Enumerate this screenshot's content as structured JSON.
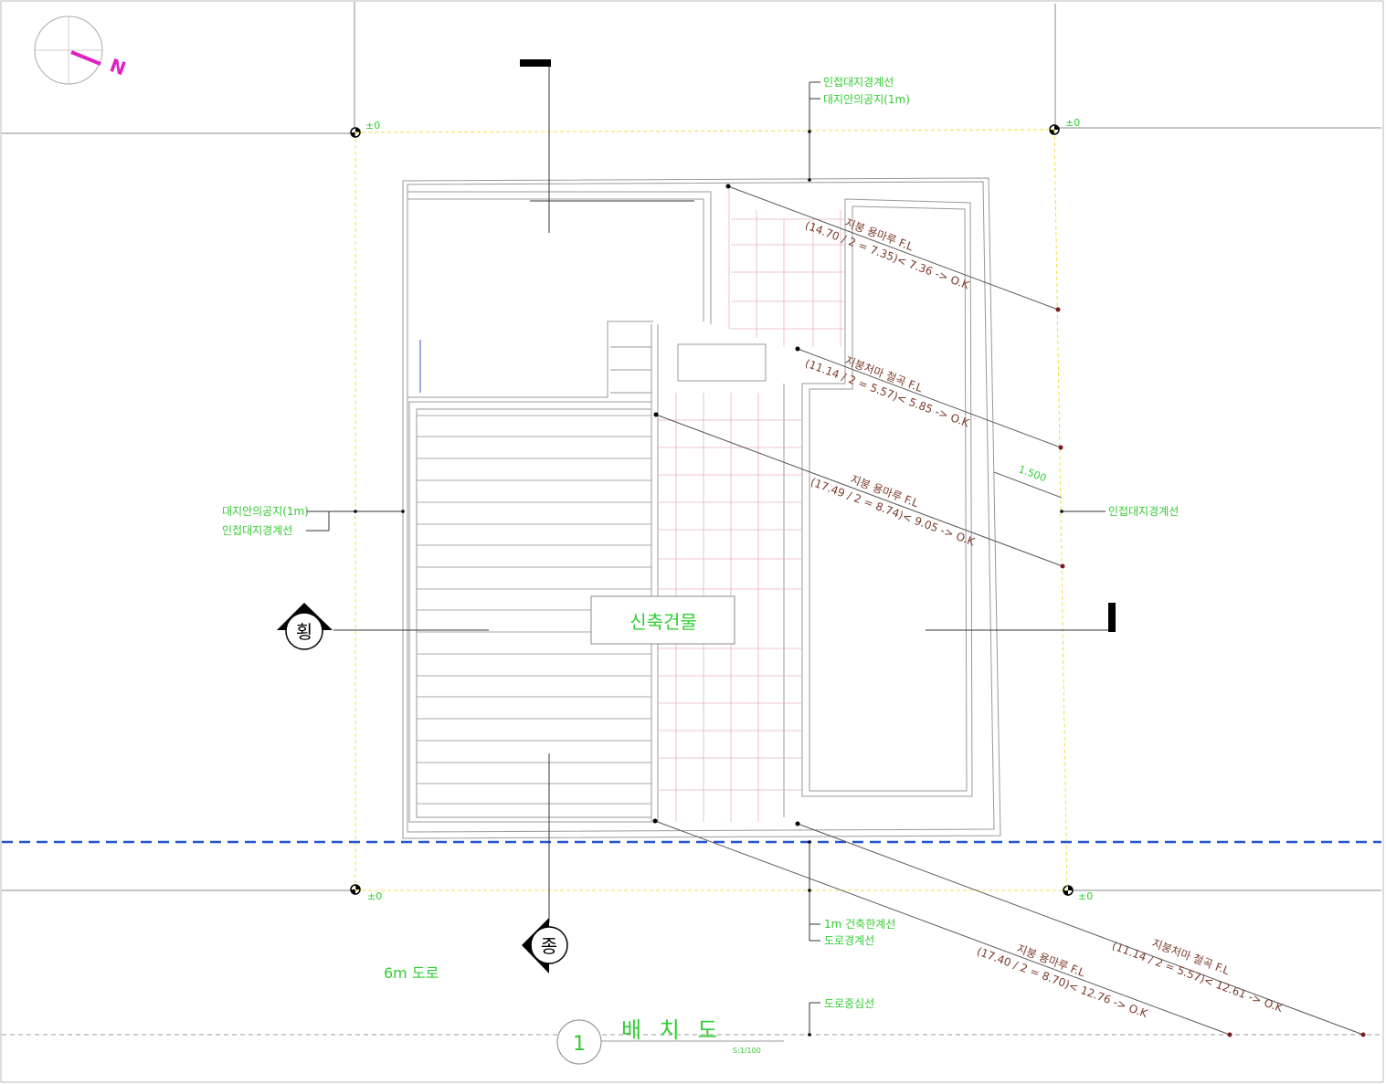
{
  "north": {
    "label": "N"
  },
  "levels": {
    "tl": "±0",
    "tr": "±0",
    "bl": "±0",
    "br": "±0"
  },
  "labels": {
    "top_line1": "인접대지경계선",
    "top_line2": "대지안의공지(1m)",
    "left_line1": "대지안의공지(1m)",
    "left_line2": "인접대지경계선",
    "right_line": "인접대지경계선",
    "right_dim": "1.500",
    "bottom_line1": "1m 건축한계선",
    "bottom_line2": "도로경계선",
    "road_center": "도로중심선",
    "road": "6m 도로",
    "building": "신축건물"
  },
  "section_marks": {
    "horizontal": "횡",
    "vertical": "종"
  },
  "checks": [
    {
      "line1": "지붕 용마루 F.L",
      "line2": "(14.70 / 2 =  7.35)< 7.36 -> O.K"
    },
    {
      "line1": "지붕처마 철곡 F.L",
      "line2": "(11.14 / 2 =  5.57)< 5.85 -> O.K"
    },
    {
      "line1": "지붕 용마루 F.L",
      "line2": "(17.49 / 2 =  8.74)< 9.05 -> O.K"
    },
    {
      "line1": "지붕 용마루 F.L",
      "line2": "(17.40 / 2 =  8.70)< 12.76 -> O.K"
    },
    {
      "line1": "지붕처마 철곡 F.L",
      "line2": "(11.14 / 2 =  5.57)< 12.61 -> O.K"
    }
  ],
  "title": {
    "number": "1",
    "name": "배 치 도",
    "scale": "S:1/100"
  }
}
